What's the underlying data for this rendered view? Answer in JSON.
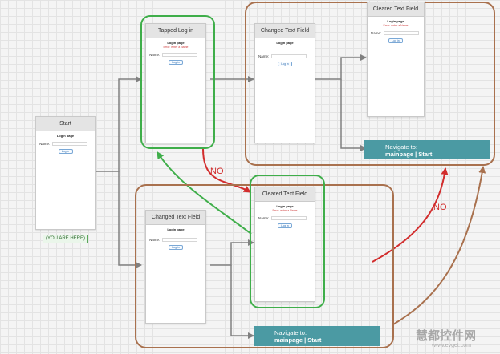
{
  "screens": {
    "start": {
      "title": "Start",
      "page": "Login page",
      "name_label": "Name:",
      "button": "Log in"
    },
    "tapped_login": {
      "title": "Tapped Log in",
      "page": "Login page",
      "error": "Error: enter a Name",
      "name_label": "Name:",
      "button": "Log in"
    },
    "changed_top": {
      "title": "Changed Text Field",
      "page": "Login page",
      "name_label": "Name:",
      "button": "Log in"
    },
    "cleared_top": {
      "title": "Cleared Text Field",
      "page": "Login page",
      "error": "Error: enter a Name",
      "name_label": "Name:",
      "button": "Log in"
    },
    "changed_bottom": {
      "title": "Changed Text Field",
      "page": "Login page",
      "name_label": "Name:",
      "button": "Log in"
    },
    "cleared_bottom": {
      "title": "Cleared Text Field",
      "page": "Login page",
      "error": "Error: enter a Name",
      "name_label": "Name:",
      "button": "Log in"
    }
  },
  "nav_top": {
    "line1": "Navigate to:",
    "line2": "mainpage | Start"
  },
  "nav_bottom": {
    "line1": "Navigate to:",
    "line2": "mainpage | Start"
  },
  "you_are_here": "(YOU ARE HERE)",
  "no_labels": {
    "first": "NO",
    "second": "NO"
  },
  "watermark": {
    "main": "慧都控件网",
    "sub": "www.evget.com"
  },
  "colors": {
    "frame": "#a9714e",
    "highlight": "#3fae4a",
    "no_arrow": "#d22d2d",
    "navigate": "#4b9aa3",
    "connector": "#808080"
  }
}
